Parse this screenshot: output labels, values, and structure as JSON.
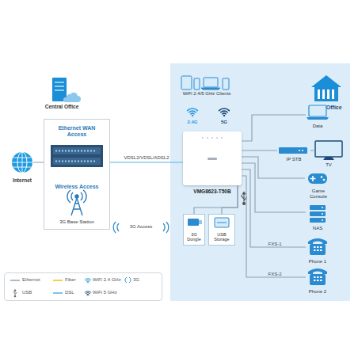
{
  "diagram": {
    "nodes": [
      {
        "text": [
          "Central Office"
        ]
      },
      {
        "text": [
          "Ethernet WAN Access",
          "Wireless Access",
          "3G Base Station"
        ]
      },
      {
        "text": [
          "Internet"
        ]
      },
      {
        "text": [
          "Home/Office"
        ]
      },
      {
        "text": [
          "WiFi 2.4/5 GHz Clients"
        ],
        "in": 3
      },
      {
        "text": [
          "VMG8623-T50B"
        ],
        "in": 3
      },
      {
        "text": [
          "3G Dongle"
        ],
        "in": 3
      },
      {
        "text": [
          "USB Storage"
        ],
        "in": 3
      },
      {
        "text": [
          "Data"
        ],
        "in": 3
      },
      {
        "text": [
          "IP STB"
        ],
        "in": 3
      },
      {
        "text": [
          "TV"
        ],
        "in": 3
      },
      {
        "text": [
          "Game Console"
        ],
        "in": 3
      },
      {
        "text": [
          "NAS"
        ],
        "in": 3
      },
      {
        "text": [
          "Phone 1"
        ],
        "in": 3
      },
      {
        "text": [
          "Phone 2"
        ],
        "in": 3
      }
    ],
    "edges": [
      {
        "from": 2,
        "to": 1,
        "arrow": "none"
      },
      {
        "from": 1,
        "to": 5,
        "label": "VDSL2/VDSL/ADSL2",
        "arrow": "none"
      },
      {
        "from": 5,
        "to": 8,
        "arrow": "none"
      },
      {
        "from": 5,
        "to": 9,
        "arrow": "none"
      },
      {
        "from": 9,
        "to": 10,
        "arrow": "none"
      },
      {
        "from": 5,
        "to": 11,
        "arrow": "none"
      },
      {
        "from": 5,
        "to": 12,
        "arrow": "none"
      },
      {
        "from": 5,
        "to": 13,
        "label": "FXS-1",
        "arrow": "none"
      },
      {
        "from": 5,
        "to": 14,
        "label": "FXS-2",
        "arrow": "none"
      },
      {
        "from": 5,
        "to": 6,
        "arrow": "none"
      },
      {
        "from": 5,
        "to": 7,
        "arrow": "none"
      }
    ],
    "labels": [
      "2.4G",
      "5G",
      "3G Access"
    ],
    "legend": [
      {
        "text": "Ethernet"
      },
      {
        "text": "Fiber"
      },
      {
        "text": "WiFi 2.4 GHz"
      },
      {
        "text": "3G"
      },
      {
        "text": "USB"
      },
      {
        "text": "DSL"
      },
      {
        "text": "WiFi 5 GHz"
      }
    ]
  }
}
